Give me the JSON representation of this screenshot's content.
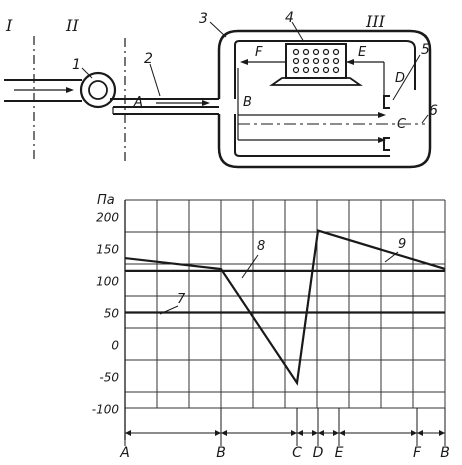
{
  "schematic": {
    "roman_labels": [
      "I",
      "II",
      "III"
    ],
    "part_labels": [
      "1",
      "2",
      "3",
      "4",
      "5",
      "6"
    ],
    "point_labels": [
      "A",
      "B",
      "C",
      "D",
      "E",
      "F"
    ]
  },
  "chart_data": {
    "type": "line",
    "ylabel": "Па",
    "y_ticks": [
      200,
      150,
      100,
      50,
      0,
      -50,
      -100
    ],
    "ylim": [
      -100,
      225
    ],
    "x_points": [
      "A",
      "B",
      "C",
      "D",
      "E",
      "F",
      "B"
    ],
    "grid": true,
    "series": [
      {
        "name": "9",
        "label": "9",
        "points": [
          {
            "x": "A",
            "y": 135
          },
          {
            "x": "B",
            "y": 118
          },
          {
            "x": "C",
            "y": -60
          },
          {
            "x": "D",
            "y": 178
          },
          {
            "x": "B",
            "y": 118
          }
        ]
      },
      {
        "name": "8",
        "label": "8",
        "value": 115
      },
      {
        "name": "7",
        "label": "7",
        "value": 50
      }
    ]
  }
}
